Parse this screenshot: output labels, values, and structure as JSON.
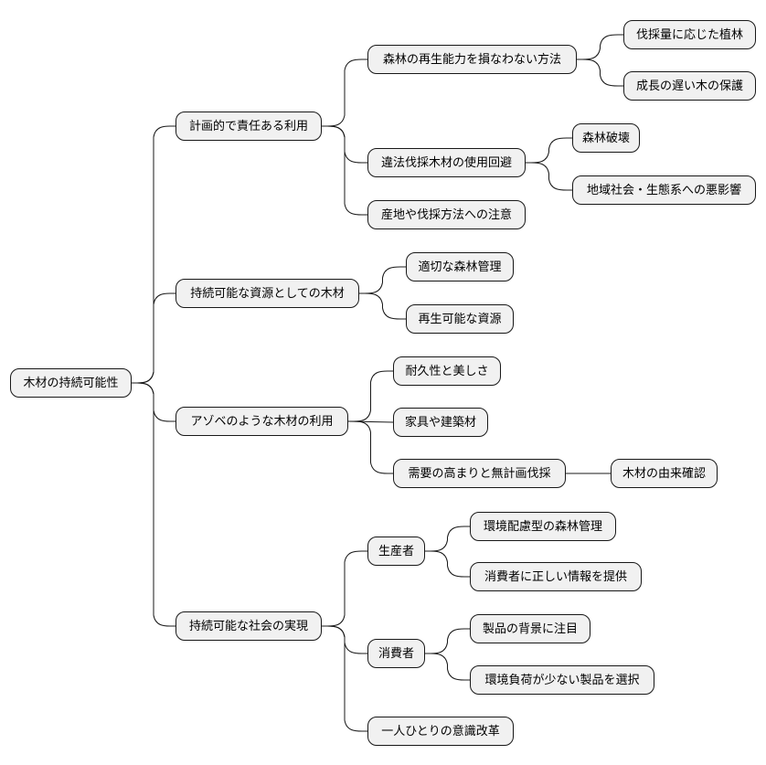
{
  "diagram": {
    "root": {
      "label": "木材の持続可能性",
      "children": [
        {
          "label": "計画的で責任ある利用",
          "children": [
            {
              "label": "森林の再生能力を損なわない方法",
              "children": [
                {
                  "label": "伐採量に応じた植林"
                },
                {
                  "label": "成長の遅い木の保護"
                }
              ]
            },
            {
              "label": "違法伐採木材の使用回避",
              "children": [
                {
                  "label": "森林破壊"
                },
                {
                  "label": "地域社会・生態系への悪影響"
                }
              ]
            },
            {
              "label": "産地や伐採方法への注意"
            }
          ]
        },
        {
          "label": "持続可能な資源としての木材",
          "children": [
            {
              "label": "適切な森林管理"
            },
            {
              "label": "再生可能な資源"
            }
          ]
        },
        {
          "label": "アゾベのような木材の利用",
          "children": [
            {
              "label": "耐久性と美しさ"
            },
            {
              "label": "家具や建築材"
            },
            {
              "label": "需要の高まりと無計画伐採",
              "children": [
                {
                  "label": "木材の由来確認"
                }
              ]
            }
          ]
        },
        {
          "label": "持続可能な社会の実現",
          "children": [
            {
              "label": "生産者",
              "children": [
                {
                  "label": "環境配慮型の森林管理"
                },
                {
                  "label": "消費者に正しい情報を提供"
                }
              ]
            },
            {
              "label": "消費者",
              "children": [
                {
                  "label": "製品の背景に注目"
                },
                {
                  "label": "環境負荷が少ない製品を選択"
                }
              ]
            },
            {
              "label": "一人ひとりの意識改革"
            }
          ]
        }
      ]
    }
  }
}
